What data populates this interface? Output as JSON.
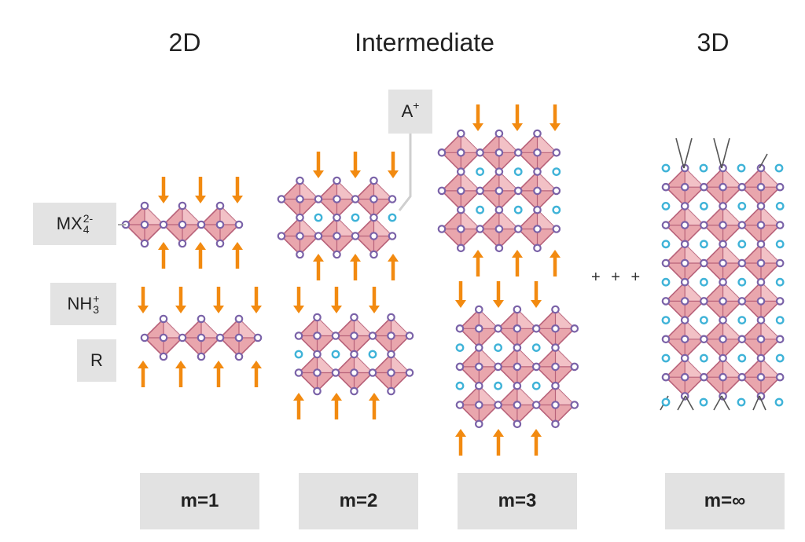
{
  "titles": {
    "left": "2D",
    "middle": "Intermediate",
    "right": "3D"
  },
  "labels": {
    "mx": {
      "base": "MX",
      "sup": "2-",
      "sub": "4"
    },
    "nh": {
      "base": "NH",
      "sup": "+",
      "sub": "3"
    },
    "r": "R",
    "a": {
      "base": "A",
      "sup": "+"
    }
  },
  "continuation": "+ + +",
  "panels": [
    "m=1",
    "m=2",
    "m=3",
    "m=∞"
  ],
  "colors": {
    "octahedron_fill": "#e9a6ad",
    "octahedron_stroke": "#b8627a",
    "node": "#7a62a8",
    "cation": "#3fb3d8",
    "arrow": "#f28a10"
  }
}
